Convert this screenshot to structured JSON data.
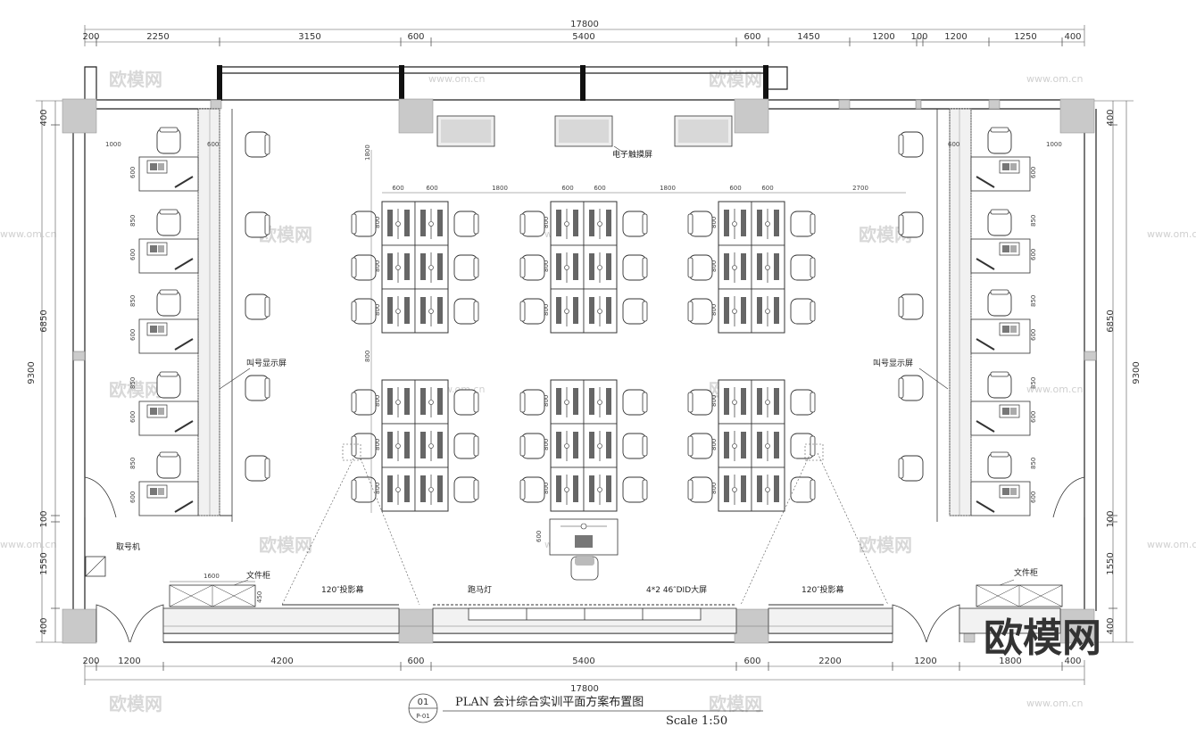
{
  "overall_dims": {
    "top_total": "17800",
    "bottom_total": "17800",
    "top_segments": [
      "200",
      "2250",
      "3150",
      "600",
      "5400",
      "600",
      "1450",
      "1200",
      "100",
      "1200",
      "1250",
      "400"
    ],
    "bottom_segments": [
      "200",
      "1200",
      "4200",
      "600",
      "5400",
      "600",
      "2200",
      "1200",
      "1800",
      "400"
    ],
    "left_outer": "9300",
    "left_inner": [
      "400",
      "6850",
      "100",
      "1550",
      "400"
    ],
    "right_outer": "9300",
    "right_inner": [
      "400",
      "6850",
      "100",
      "1550",
      "400"
    ]
  },
  "inner_dims": {
    "desk_grid_top": [
      "600",
      "600",
      "1800",
      "600",
      "600",
      "1800",
      "600",
      "600",
      "2700"
    ],
    "top_gap": "1800",
    "row_heights": [
      "800",
      "800",
      "800"
    ],
    "aisle": "800",
    "side_desk_width": "1000",
    "side_gap": "600",
    "side_desk_depths": [
      "600",
      "850"
    ],
    "cabinet_width": "1600",
    "cabinet_depth": "450",
    "presenter_depth": "600"
  },
  "labels": {
    "touch_screen": "电子触摸屏",
    "call_display_left": "叫号显示屏",
    "call_display_right": "叫号显示屏",
    "ticket_machine": "取号机",
    "file_cabinet_left": "文件柜",
    "file_cabinet_right": "文件柜",
    "projection_left": "120″投影幕",
    "projection_right": "120″投影幕",
    "marquee": "跑马灯",
    "did_screen": "4*2 46″DID大屏"
  },
  "title_block": {
    "number": "01",
    "sheet": "P-01",
    "title": "PLAN 会计综合实训平面方案布置图",
    "scale": "Scale 1:50"
  },
  "watermarks": {
    "brand": "欧模网",
    "url": "www.om.cn"
  },
  "logo": "欧模网"
}
